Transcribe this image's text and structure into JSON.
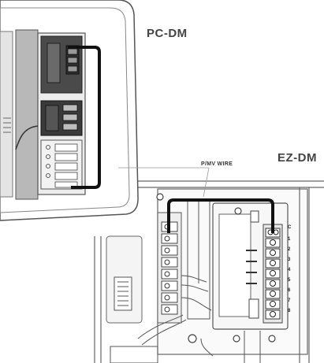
{
  "labels": {
    "pc_dm": "PC-DM",
    "ez_dm": "EZ-DM",
    "pmv_wire": "P/MV WIRE"
  },
  "terminal_labels": [
    "C",
    "1",
    "2",
    "3",
    "4",
    "5",
    "6",
    "7",
    "8"
  ],
  "colors": {
    "wire": "#111111",
    "outline": "#555555",
    "module_gray": "#cfcfcf",
    "dark_module": "#3a3a3a",
    "wall": "#ffffff"
  }
}
